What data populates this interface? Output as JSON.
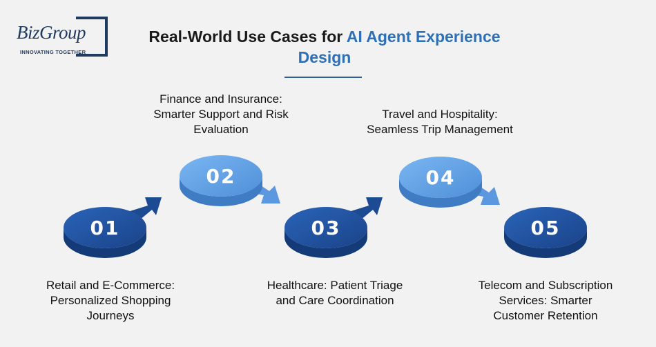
{
  "logo": {
    "wordmark": "BizGroup",
    "tagline": "INNOVATING TOGETHER"
  },
  "title": {
    "part1": "Real-World Use Cases for ",
    "accent": "AI Agent Experience Design"
  },
  "colors": {
    "dark_disc": "#1f4f9b",
    "light_disc": "#6aa8ea",
    "accent": "#2f6fb5"
  },
  "steps": [
    {
      "number": "01",
      "label_lines": [
        "Retail and E-Commerce:",
        "Personalized Shopping",
        "Journeys"
      ]
    },
    {
      "number": "02",
      "label_lines": [
        "Finance and Insurance:",
        "Smarter Support and Risk",
        "Evaluation"
      ]
    },
    {
      "number": "03",
      "label_lines": [
        "Healthcare: Patient Triage",
        "and Care Coordination"
      ]
    },
    {
      "number": "04",
      "label_lines": [
        "Travel and Hospitality:",
        "Seamless Trip Management"
      ]
    },
    {
      "number": "05",
      "label_lines": [
        "Telecom and Subscription",
        "Services: Smarter",
        "Customer Retention"
      ]
    }
  ]
}
